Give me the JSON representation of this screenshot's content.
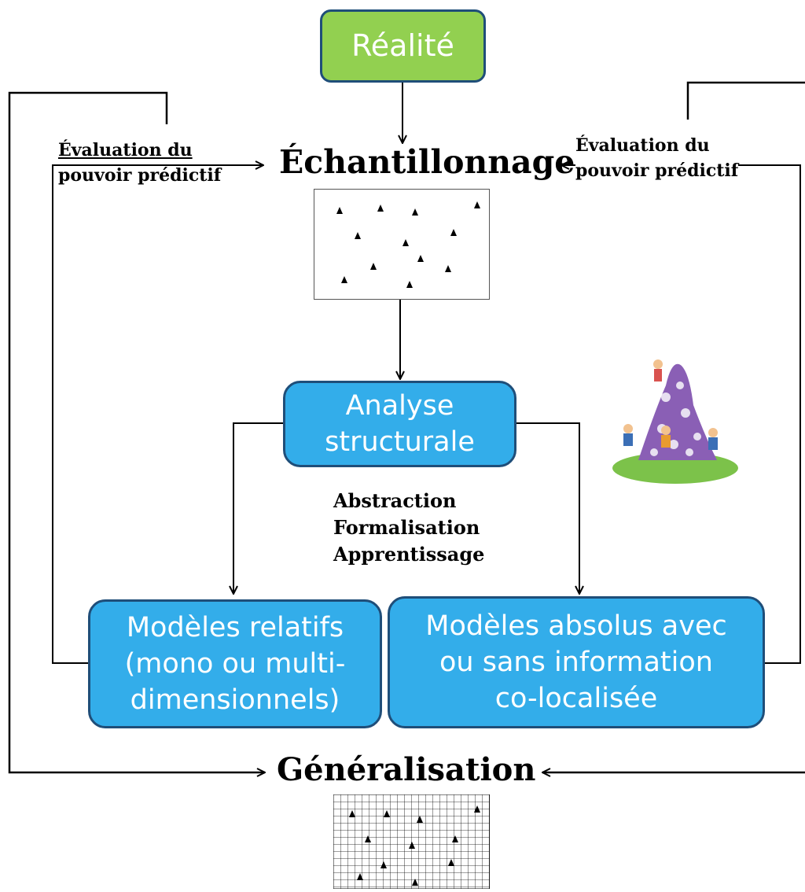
{
  "nodes": {
    "realite": "Réalité",
    "echantillonnage": "Échantillonnage",
    "analyse": [
      "Analyse",
      "structurale"
    ],
    "modeles_relatifs": [
      "Modèles relatifs",
      "(mono ou multi-",
      "dimensionnels)"
    ],
    "modeles_absolus": [
      "Modèles absolus avec",
      "ou sans information",
      "co-localisée"
    ],
    "generalisation": "Généralisation"
  },
  "labels": {
    "eval_left": [
      "Évaluation du",
      "pouvoir prédictif"
    ],
    "eval_right": [
      "Évaluation du",
      "pouvoir prédictif"
    ],
    "steps": [
      "Abstraction",
      "Formalisation",
      "Apprentissage"
    ]
  },
  "colors": {
    "green_box": "#92d050",
    "blue_box": "#33adea",
    "box_border": "#1f4e79",
    "lines": "#000000"
  },
  "icons": {
    "sample_points": "triangle-markers",
    "grid_points": "grid-with-triangle-markers",
    "illustration": "puzzle-pile-with-workers-image"
  }
}
